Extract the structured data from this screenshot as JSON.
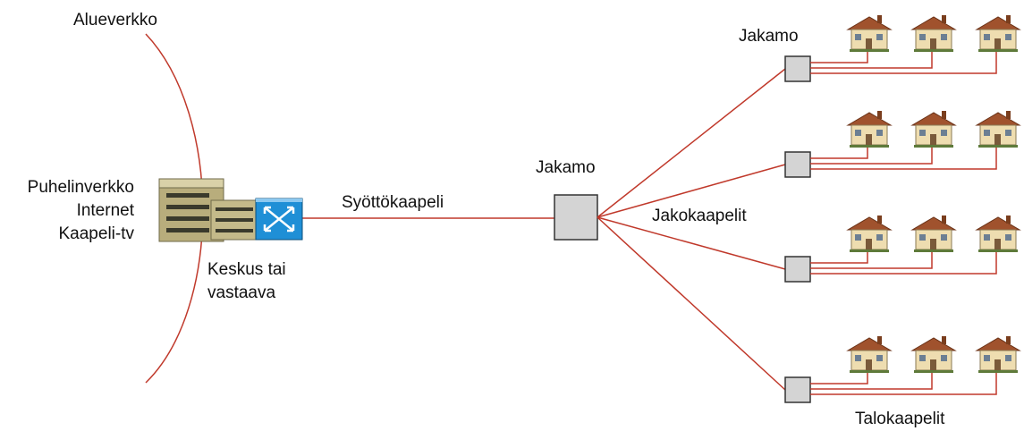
{
  "labels": {
    "area_network": "Alueverkko",
    "services": [
      "Puhelinverkko",
      "Internet",
      "Kaapeli-tv"
    ],
    "exchange_line1": "Keskus tai",
    "exchange_line2": "vastaava",
    "feeder_cable": "Syöttökaapeli",
    "main_cabinet": "Jakamo",
    "top_cabinet": "Jakamo",
    "distribution_cables": "Jakokaapelit",
    "house_cables": "Talokaapelit"
  },
  "colors": {
    "cable": "#c0392b",
    "cabinet_fill": "#d4d4d4",
    "cabinet_stroke": "#333333",
    "switch_fill": "#1f8fd6",
    "building_fill": "#b8ad7c",
    "house_wall": "#eeddb0",
    "house_roof": "#a0522d"
  },
  "icons": {
    "exchange": "exchange-building-icon",
    "switch": "switch-icon",
    "cabinet": "distribution-cabinet-icon",
    "house": "house-icon"
  },
  "distribution_groups": 4,
  "houses_per_group": 3
}
